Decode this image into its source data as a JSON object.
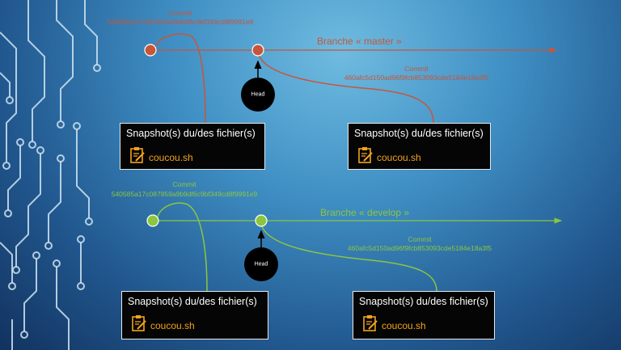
{
  "colors": {
    "master": "#c8553a",
    "develop": "#8cc63f",
    "file_label": "#f2a31b",
    "circuit": "#cfe3f1"
  },
  "master": {
    "branch_label": "Branche « master »",
    "commit1": {
      "label": "Commit",
      "hash": "540585a17c087859a9b9df6c9bf349cd8f9991e9"
    },
    "commit2": {
      "label": "Commit",
      "hash": "460afc5d150ad96f9fcb853093cde5184e18a3f5"
    },
    "head": "Head",
    "snapshot1": {
      "title": "Snapshot(s) du/des fichier(s)",
      "file": "coucou.sh",
      "icon": "clipboard-edit-icon"
    },
    "snapshot2": {
      "title": "Snapshot(s) du/des fichier(s)",
      "file": "coucou.sh",
      "icon": "clipboard-edit-icon"
    }
  },
  "develop": {
    "branch_label": "Branche « develop »",
    "commit1": {
      "label": "Commit",
      "hash": "540585a17c087859a9b9df6c9bf349cd8f9991e9"
    },
    "commit2": {
      "label": "Commit",
      "hash": "460afc5d150ad96f9fcb853093cde5184e18a3f5"
    },
    "head": "Head",
    "snapshot1": {
      "title": "Snapshot(s) du/des fichier(s)",
      "file": "coucou.sh",
      "icon": "clipboard-edit-icon"
    },
    "snapshot2": {
      "title": "Snapshot(s) du/des fichier(s)",
      "file": "coucou.sh",
      "icon": "clipboard-edit-icon"
    }
  }
}
